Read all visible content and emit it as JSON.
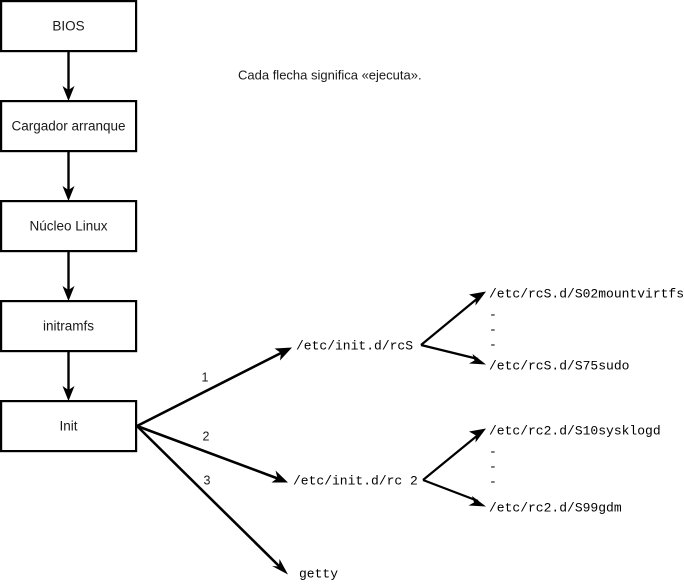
{
  "diagram": {
    "caption": "Cada flecha significa «ejecuta».",
    "colors": {
      "background": "#ffffff",
      "stroke": "#000000",
      "text": "#1a1a1a"
    },
    "boot_chain": [
      {
        "id": "bios",
        "label": "BIOS"
      },
      {
        "id": "bootloader",
        "label": "Cargador arranque"
      },
      {
        "id": "kernel",
        "label": "Núcleo Linux"
      },
      {
        "id": "initramfs",
        "label": "initramfs"
      },
      {
        "id": "init",
        "label": "Init"
      }
    ],
    "init_branches": [
      {
        "number": "1",
        "target": "/etc/init.d/rcS"
      },
      {
        "number": "2",
        "target": "/etc/init.d/rc 2"
      },
      {
        "number": "3",
        "target": "getty"
      }
    ],
    "rcs_scripts": {
      "first": "/etc/rcS.d/S02mountvirtfs",
      "ellipsis": [
        "-",
        "-",
        "-"
      ],
      "last": "/etc/rcS.d/S75sudo"
    },
    "rc2_scripts": {
      "first": "/etc/rc2.d/S10sysklogd",
      "ellipsis": [
        "-",
        "-",
        "-"
      ],
      "last": "/etc/rc2.d/S99gdm"
    }
  }
}
